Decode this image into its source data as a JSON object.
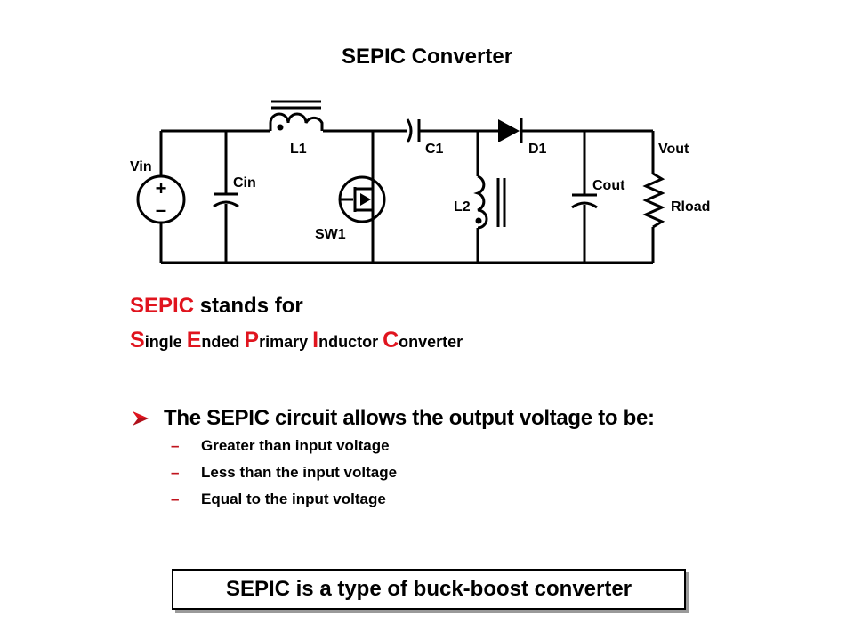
{
  "slide": {
    "title": "SEPIC Converter"
  },
  "circuit": {
    "labels": {
      "vin": "Vin",
      "vin_plus": "+",
      "vin_minus": "–",
      "cin": "Cin",
      "l1": "L1",
      "sw1": "SW1",
      "c1": "C1",
      "d1": "D1",
      "l2": "L2",
      "cout": "Cout",
      "vout": "Vout",
      "rload": "Rload"
    }
  },
  "acronym": {
    "intro_highlight": "SEPIC",
    "intro_rest": " stands for",
    "words": [
      {
        "initial": "S",
        "rest": "ingle "
      },
      {
        "initial": "E",
        "rest": "nded "
      },
      {
        "initial": "P",
        "rest": "rimary "
      },
      {
        "initial": "I",
        "rest": "nductor "
      },
      {
        "initial": "C",
        "rest": "onverter"
      }
    ]
  },
  "bullets": {
    "main": "The SEPIC circuit allows the output voltage to be:",
    "dash": "–",
    "items": [
      "Greater than input voltage",
      "Less than the input voltage",
      "Equal to the input voltage"
    ]
  },
  "callout": {
    "text": "SEPIC is a type of buck-boost converter"
  },
  "colors": {
    "accent": "#e0141e",
    "bullet_arrow": "#b0101a",
    "shadow": "#9a9a9a"
  }
}
